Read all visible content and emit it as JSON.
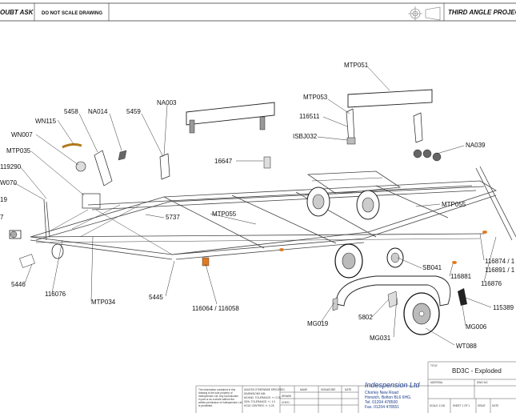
{
  "header": {
    "left_partial": "OUBT ASK",
    "scale_note": "DO NOT SCALE DRAWING",
    "projection": "THIRD ANGLE PROJECT"
  },
  "part_labels": [
    "MTP051",
    "MTP053",
    "116511",
    "ISBJ032",
    "NA039",
    "5458",
    "NA014",
    "5459",
    "NA003",
    "WN115",
    "WN007",
    "MTP035",
    "119290",
    "W070",
    "19",
    "7",
    "16647",
    "5737",
    "MTP055",
    "MTP055",
    "116874 / 1",
    "116891 / 1",
    "116881",
    "116876",
    "SB041",
    "115389",
    "5446",
    "116076",
    "MTP034",
    "5445",
    "116064 / 116058",
    "MG019",
    "5802",
    "MG006",
    "MG031",
    "WT088"
  ],
  "title_block": {
    "title_label": "TITLE",
    "title": "BD3C - Exploded",
    "material_label": "MATERIAL",
    "dwg_no_label": "DWG NO.",
    "scale": "SCALE 1:100",
    "sheet": "SHEET 1 OF 1",
    "issue_label": "ISSUE",
    "date_label": "DATE",
    "company": "Indespension Ltd",
    "address": [
      "Chorley New Road",
      "Horwich, Bolton BL6 6HG.",
      "Tel. 01204 478500",
      "Fax. 01204 478551"
    ],
    "notes": [
      "The information contained in this",
      "drawing is the sole property of",
      "Indespension Ltd. Any reproduction",
      "in part or as a whole without the",
      "written permission of Indespension Ltd",
      "is prohibited."
    ],
    "tolerances": [
      "UNLESS OTHERWISE SPECIFIED:",
      "DIMENSIONS  MM",
      "MCHND. TOLERANCE:  +/- 0.25",
      "GEN. TOLERANCE:  +/- 1.0",
      "HOLE CENTRES:  +/- 0.25"
    ],
    "signoff_headers": [
      "NAME",
      "SIGNATURE",
      "DATE"
    ],
    "signoff_rows": [
      "DRAWN",
      "CHK'D"
    ]
  }
}
